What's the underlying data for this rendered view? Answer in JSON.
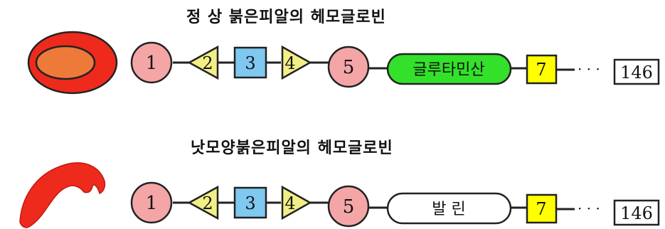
{
  "normal": {
    "title": "정 상 붉은피알의 헤모글로빈",
    "n1": "1",
    "n2": "2",
    "n3": "3",
    "n4": "4",
    "n5": "5",
    "pill": "글루타민산",
    "n7": "7",
    "dots": "· · ·",
    "end": "146"
  },
  "sickle": {
    "title": "낫모양붉은피알의 헤모글로빈",
    "n1": "1",
    "n2": "2",
    "n3": "3",
    "n4": "4",
    "n5": "5",
    "pill": "발 린",
    "n7": "7",
    "dots": "· · ·",
    "end": "146"
  },
  "colors": {
    "circle": "#f4a6a6",
    "triangle": "#f2ef86",
    "square": "#7fc8f0",
    "glutamate": "#33e02a",
    "valine": "#ffffff",
    "seven": "#ffff00",
    "cell_red": "#ee2a1c",
    "cell_center": "#ee7a3a"
  }
}
